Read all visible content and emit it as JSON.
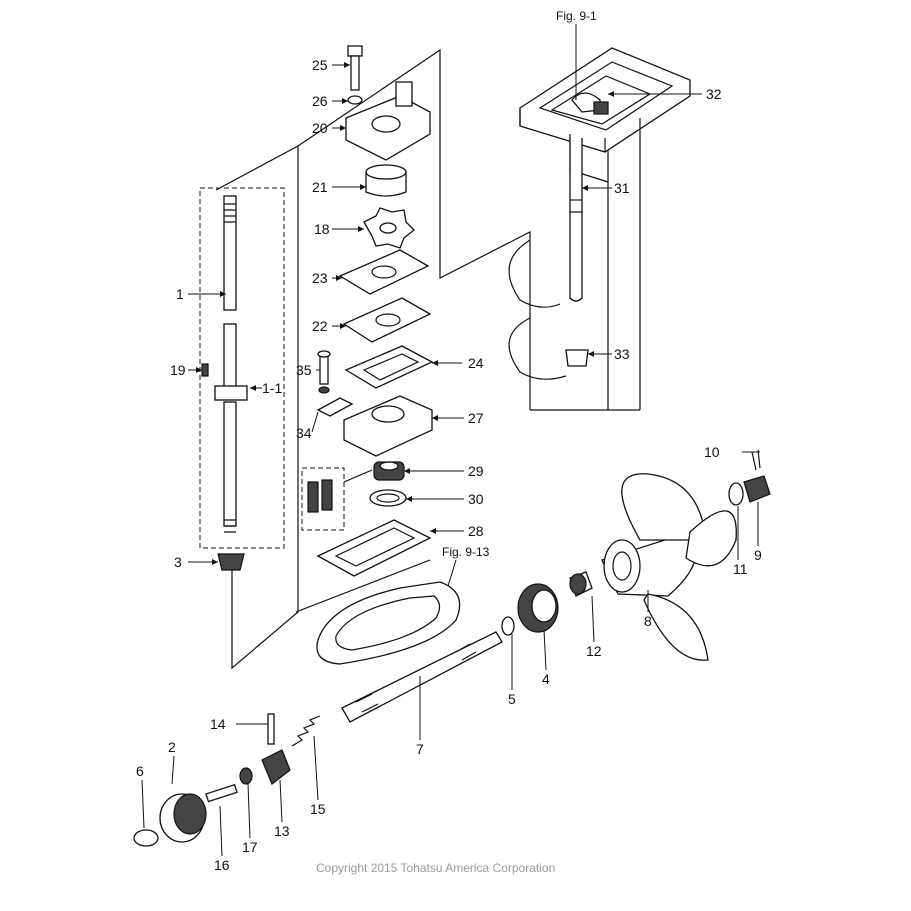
{
  "figure_refs": {
    "top": "Fig. 9-1",
    "mid": "Fig. 9-13"
  },
  "copyright": "Copyright 2015 Tohatsu America Corporation",
  "labels": {
    "p1": "1",
    "p1_1": "1-1",
    "p2": "2",
    "p3": "3",
    "p4": "4",
    "p5": "5",
    "p6": "6",
    "p7": "7",
    "p8": "8",
    "p9": "9",
    "p10": "10",
    "p11": "11",
    "p12": "12",
    "p13": "13",
    "p14": "14",
    "p15": "15",
    "p16": "16",
    "p17": "17",
    "p18": "18",
    "p19": "19",
    "p20": "20",
    "p21": "21",
    "p22": "22",
    "p23": "23",
    "p24": "24",
    "p25": "25",
    "p26": "26",
    "p27": "27",
    "p28": "28",
    "p29": "29",
    "p30": "30",
    "p31": "31",
    "p32": "32",
    "p33": "33",
    "p34": "34",
    "p35": "35"
  }
}
